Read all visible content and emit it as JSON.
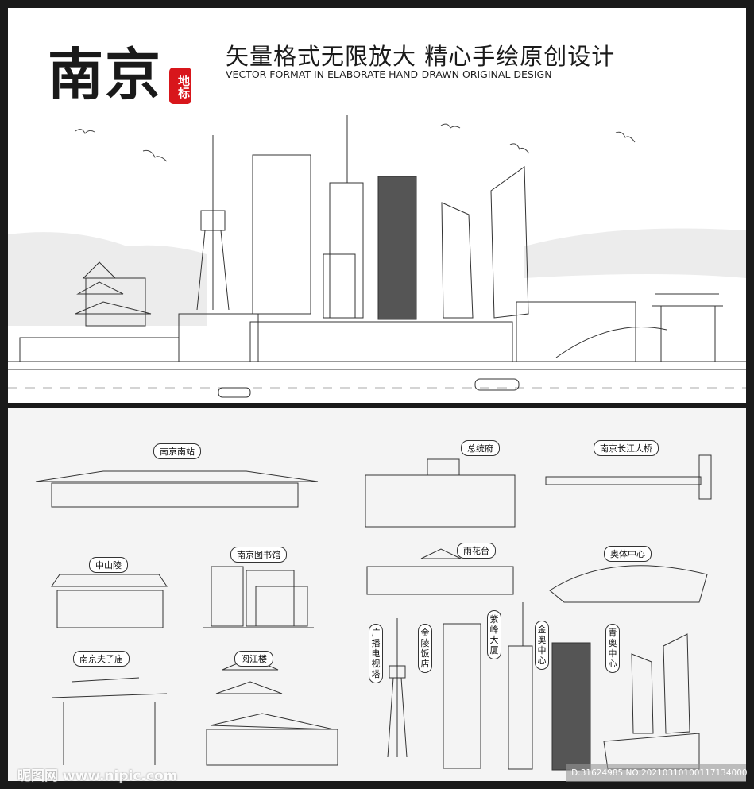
{
  "header": {
    "title": "南京",
    "seal": "地标",
    "headline": "矢量格式无限放大  精心手绘原创设计",
    "subtitle": "VECTOR FORMAT IN ELABORATE HAND-DRAWN ORIGINAL DESIGN"
  },
  "colors": {
    "seal": "#d8161b",
    "frame": "#1a1a1a",
    "line": "#333333"
  },
  "landmarks": {
    "nanjing_south": "南京南站",
    "presidential": "总统府",
    "bridge": "南京长江大桥",
    "zhongshan": "中山陵",
    "library": "南京图书馆",
    "yuhuatai": "雨花台",
    "olympic": "奥体中心",
    "fuzimiao": "南京夫子庙",
    "yuejiang": "阅江楼",
    "tv_tower": "广播电视塔",
    "jinling": "金陵饭店",
    "zifeng": "紫峰大厦",
    "jinao": "金奥中心",
    "qingao": "青奥中心"
  },
  "watermark": {
    "site": "昵图网 www.nipic.com",
    "id": "ID:31624985 NO:20210310100117134000"
  }
}
